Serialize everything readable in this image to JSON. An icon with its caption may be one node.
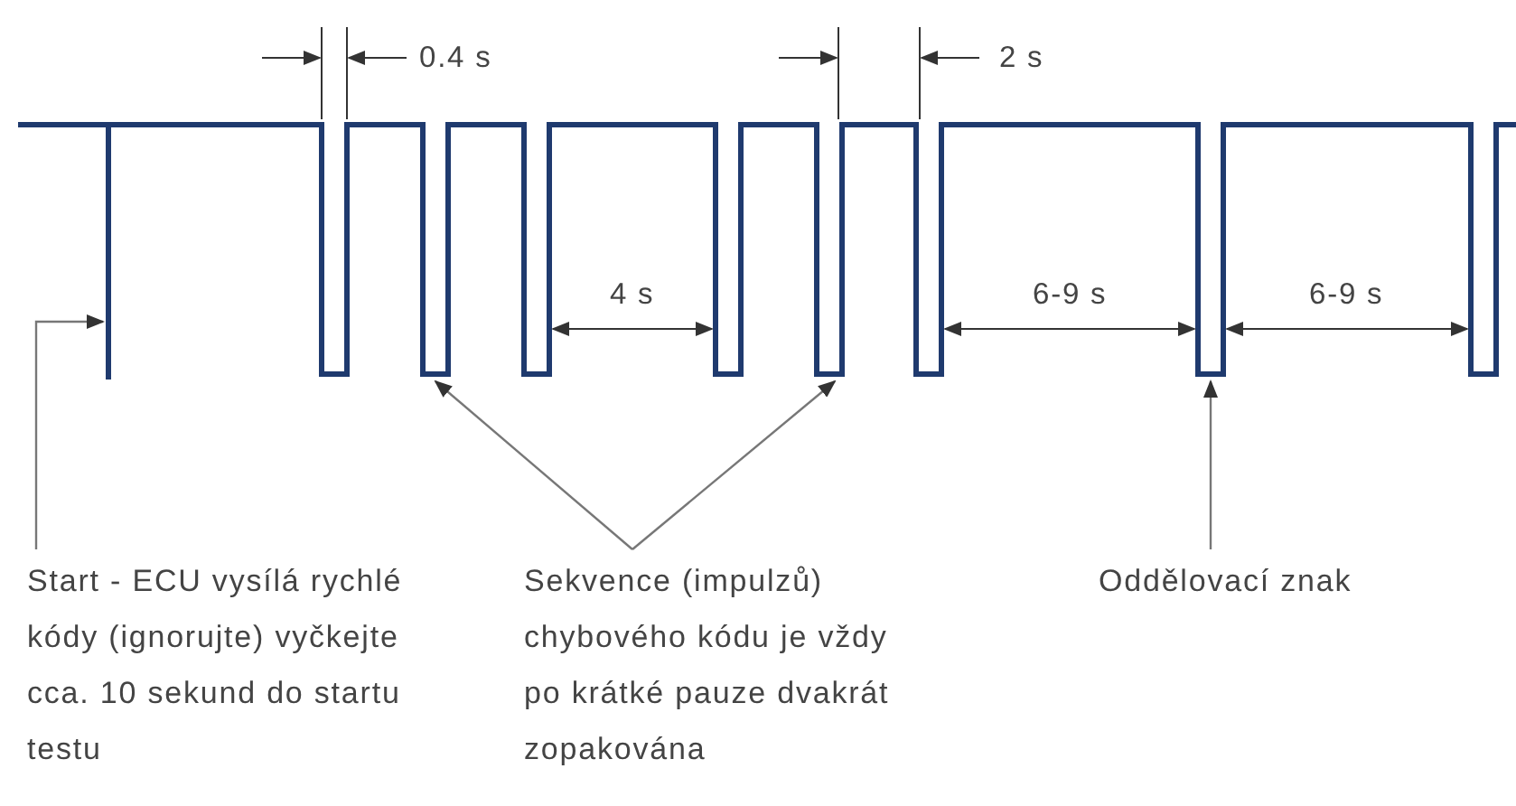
{
  "diagram": {
    "nodes": [
      {
        "text": [
          "Start - ECU vysílá rychlé kódy (ignorujte) vyčkejte cca. 10 sekund do startu testu"
        ]
      },
      {
        "text": [
          "Sekvence (impulzů) chybového kódu je vždy po krátké pauze dvakrát zopakována"
        ]
      },
      {
        "text": [
          "Oddělovací znak"
        ]
      }
    ],
    "edges": [
      {
        "from": 0,
        "to": null,
        "arrow": "to"
      },
      {
        "from": 1,
        "to": null,
        "arrow": "to"
      },
      {
        "from": 1,
        "to": null,
        "arrow": "to"
      },
      {
        "from": 2,
        "to": null,
        "arrow": "to"
      }
    ],
    "labels": [
      "0.4 s",
      "2 s",
      "4 s",
      "6-9 s",
      "6-9 s"
    ]
  }
}
